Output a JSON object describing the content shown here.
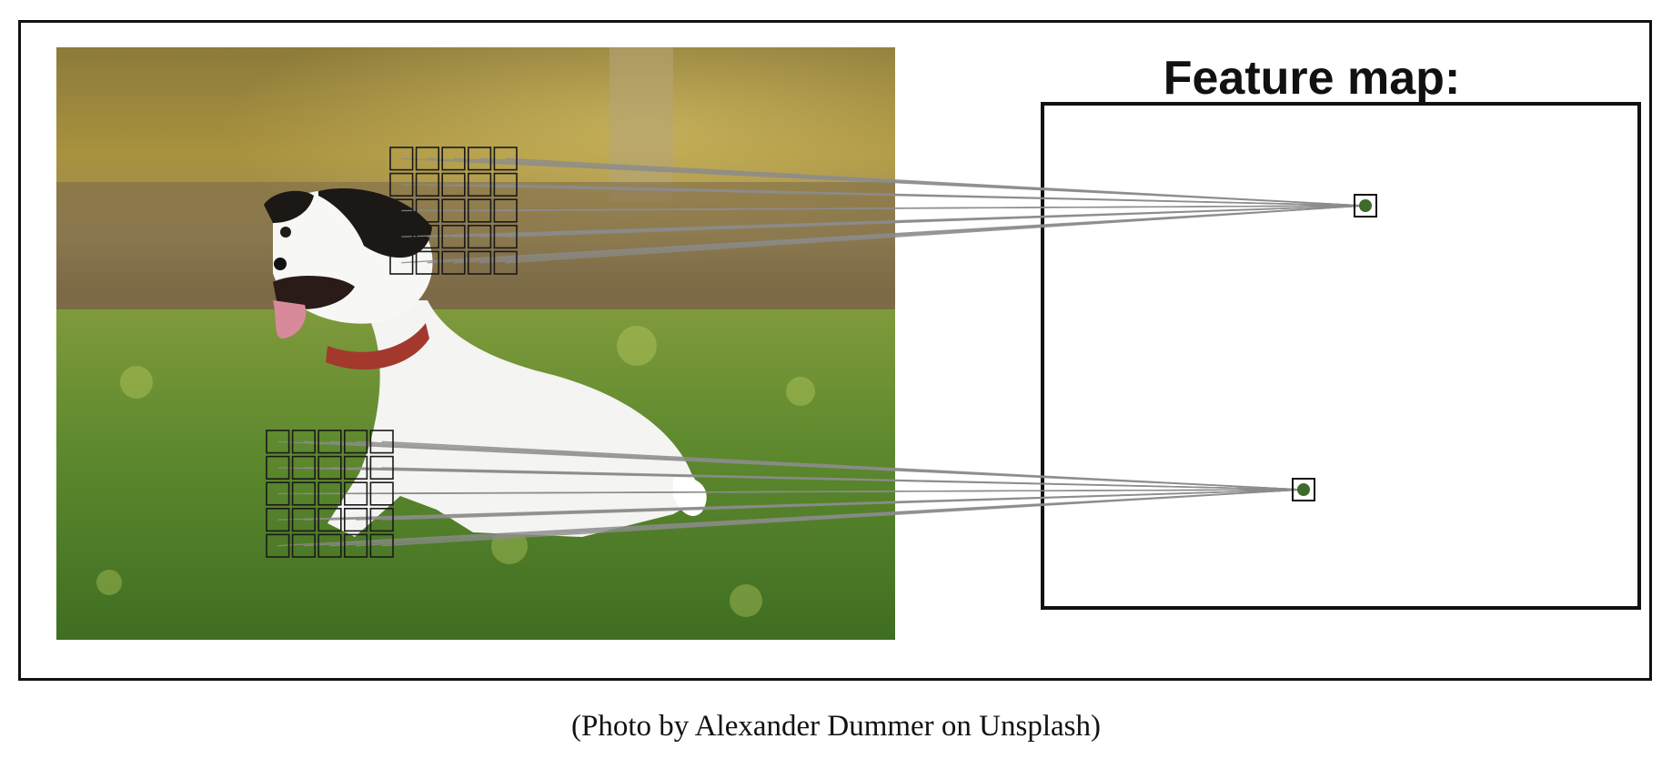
{
  "feature_map": {
    "title": "Feature map:"
  },
  "caption": "(Photo by Alexander Dummer on Unsplash)",
  "colors": {
    "frame": "#111111",
    "grid_line": "#1a1a1a",
    "connector": "#8c8c8c",
    "activation_dot": "#3f6b2a"
  },
  "receptive_fields": [
    {
      "name": "upper-receptive-field",
      "rows": 5,
      "cols": 5,
      "maps_to": "upper-activation"
    },
    {
      "name": "lower-receptive-field",
      "rows": 5,
      "cols": 5,
      "maps_to": "lower-activation"
    }
  ]
}
